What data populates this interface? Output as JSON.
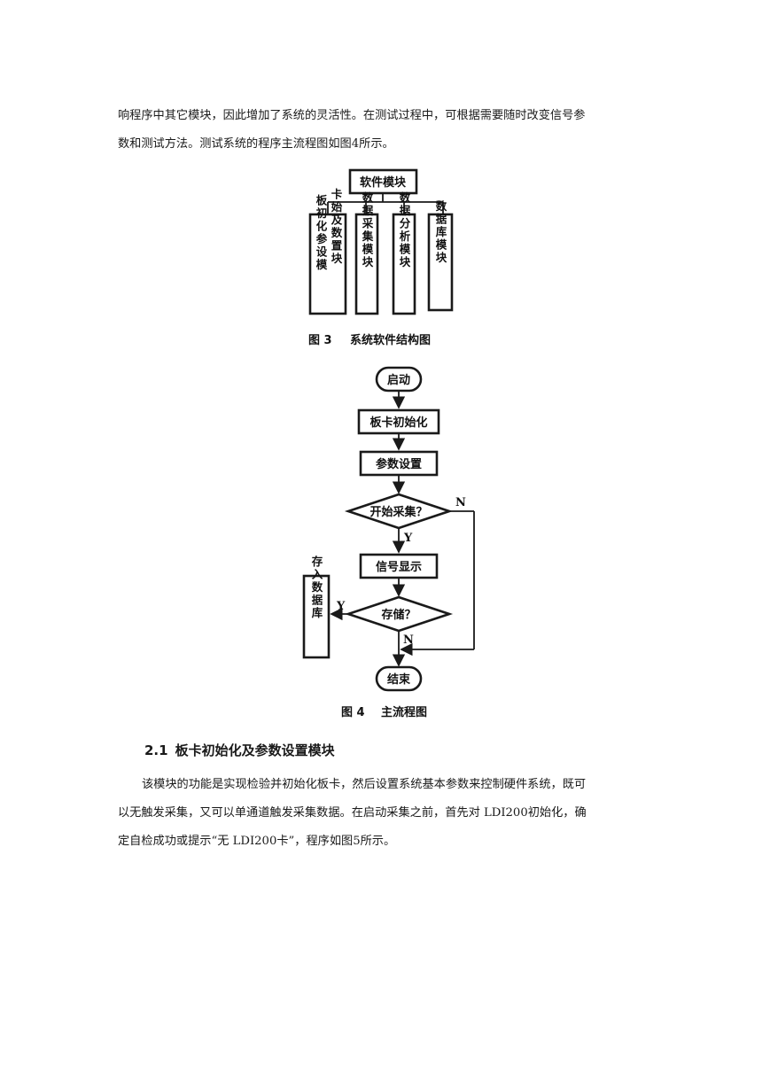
{
  "paragraphs": {
    "p1": {
      "line1": "响程序中其它模块，因此增加了系统的灵活性。在测试过程中，可根据需要随时改变信号参",
      "line2": "数和测试方法。测试系统的程序主流程图如图4所示。"
    },
    "p2": {
      "line1": "该模块的功能是实现检验并初始化板卡，然后设置系统基本参数来控制硬件系统，既可",
      "line2": "以无触发采集，又可以单通道触发采集数据。在启动采集之前，首先对 LDI200初始化，确",
      "line3": "定自检成功或提示“无 LDI200卡”，程序如图5所示。"
    }
  },
  "section": {
    "number": "2.1",
    "title": "板卡初始化及参数设置模块"
  },
  "figure3": {
    "root": "软件模块",
    "modules": [
      {
        "col1": "板初化参设模",
        "col2": "卡始及数置块"
      },
      {
        "col1": "数据采集模块"
      },
      {
        "col1": "数据分析模块"
      },
      {
        "col1": "数据库模块"
      }
    ],
    "caption_num": "图 3",
    "caption_text": "系统软件结构图"
  },
  "figure4": {
    "start": "启动",
    "init": "板卡初始化",
    "param": "参数设置",
    "decision1": "开始采集？",
    "display": "信号显示",
    "decision2": "存储？",
    "store": "存入数据库",
    "end": "结束",
    "yes": "Y",
    "no": "N",
    "caption_num": "图 4",
    "caption_text": "主流程图"
  }
}
